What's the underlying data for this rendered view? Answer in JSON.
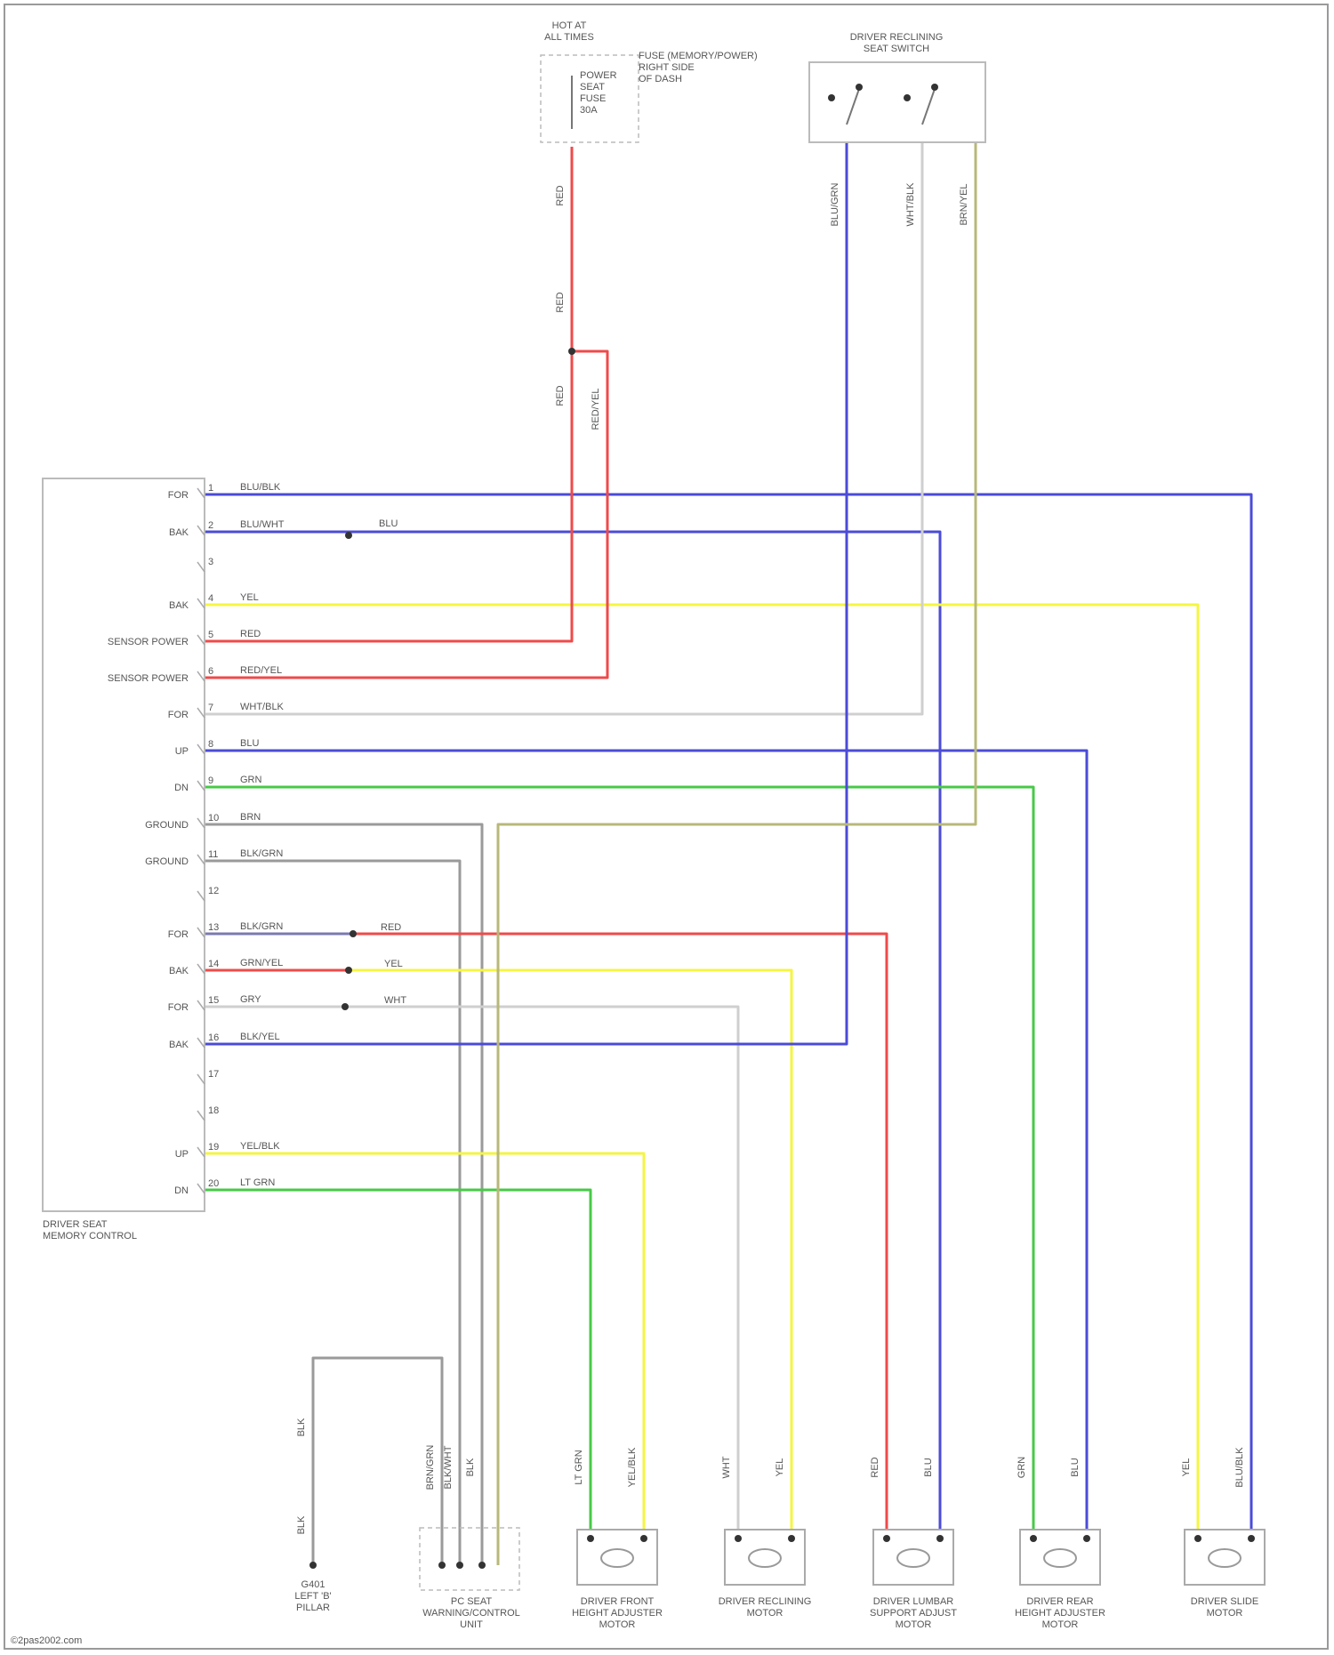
{
  "colors": {
    "blue": "#4b4bd8",
    "red": "#ef4a4a",
    "yellow": "#f5f542",
    "green": "#47c947",
    "olive": "#b8b87a",
    "gray": "#9a9a9a",
    "lightgray": "#cfcfcf",
    "grayblue": "#7a7ab0"
  },
  "top": {
    "hot_at": "HOT AT\nALL TIMES",
    "fuse_note": "FUSE (MEMORY/POWER)\nRIGHT SIDE\nOF DASH",
    "fuse_label": "POWER\nSEAT\nFUSE\n30A",
    "switch_title": "DRIVER RECLINING\nSEAT SWITCH"
  },
  "module": {
    "title": "DRIVER SEAT\nMEMORY CONTROL",
    "pins": [
      {
        "num": "1",
        "name": "FOR",
        "wire": "BLU/BLK"
      },
      {
        "num": "2",
        "name": "BAK",
        "wire": "BLU/WHT"
      },
      {
        "num": "3",
        "name": "",
        "wire": ""
      },
      {
        "num": "4",
        "name": "BAK",
        "wire": "YEL"
      },
      {
        "num": "5",
        "name": "SENSOR POWER",
        "wire": "RED"
      },
      {
        "num": "6",
        "name": "SENSOR POWER",
        "wire": "RED/YEL"
      },
      {
        "num": "7",
        "name": "FOR",
        "wire": "WHT/BLK"
      },
      {
        "num": "8",
        "name": "UP",
        "wire": "BLU"
      },
      {
        "num": "9",
        "name": "DN",
        "wire": "GRN"
      },
      {
        "num": "10",
        "name": "GROUND",
        "wire": "BRN"
      },
      {
        "num": "11",
        "name": "GROUND",
        "wire": "BLK/GRN"
      },
      {
        "num": "12",
        "name": "",
        "wire": ""
      },
      {
        "num": "13",
        "name": "FOR",
        "wire": "BLK/GRN"
      },
      {
        "num": "14",
        "name": "BAK",
        "wire": "GRN/YEL"
      },
      {
        "num": "15",
        "name": "FOR",
        "wire": "GRY"
      },
      {
        "num": "16",
        "name": "BAK",
        "wire": "BLK/YEL"
      },
      {
        "num": "17",
        "name": "",
        "wire": ""
      },
      {
        "num": "18",
        "name": "",
        "wire": ""
      },
      {
        "num": "19",
        "name": "UP",
        "wire": "YEL/BLK"
      },
      {
        "num": "20",
        "name": "DN",
        "wire": "LT GRN"
      }
    ],
    "splice_labels": [
      "BLU",
      "RED",
      "YEL",
      "WHT"
    ]
  },
  "vertical_labels": {
    "fuse_top": "RED",
    "fuse_mid": "RED",
    "fuse_low": "RED",
    "fuse_side": "RED/YEL",
    "sw1": "BLU/GRN",
    "sw2": "WHT/BLK",
    "sw3": "BRN/YEL",
    "ground": "BLK",
    "ground_b": "BLK"
  },
  "bottom": {
    "ground_label": "G401\nLEFT 'B'\nPILLAR",
    "components": [
      {
        "label": "PC SEAT\nWARNING/CONTROL\nUNIT",
        "wires": [
          "BRN/GRN",
          "BLK/WHT",
          "BLK"
        ]
      },
      {
        "label": "DRIVER FRONT\nHEIGHT ADJUSTER\nMOTOR",
        "wires": [
          "LT GRN",
          "YEL/BLK"
        ]
      },
      {
        "label": "DRIVER RECLINING\nMOTOR",
        "wires": [
          "WHT",
          "YEL"
        ]
      },
      {
        "label": "DRIVER LUMBAR\nSUPPORT ADJUST\nMOTOR",
        "wires": [
          "RED",
          "BLU"
        ]
      },
      {
        "label": "DRIVER REAR\nHEIGHT ADJUSTER\nMOTOR",
        "wires": [
          "GRN",
          "BLU"
        ]
      },
      {
        "label": "DRIVER SLIDE\nMOTOR",
        "wires": [
          "YEL",
          "BLU/BLK"
        ]
      }
    ]
  },
  "watermark": "©2pas2002.com"
}
